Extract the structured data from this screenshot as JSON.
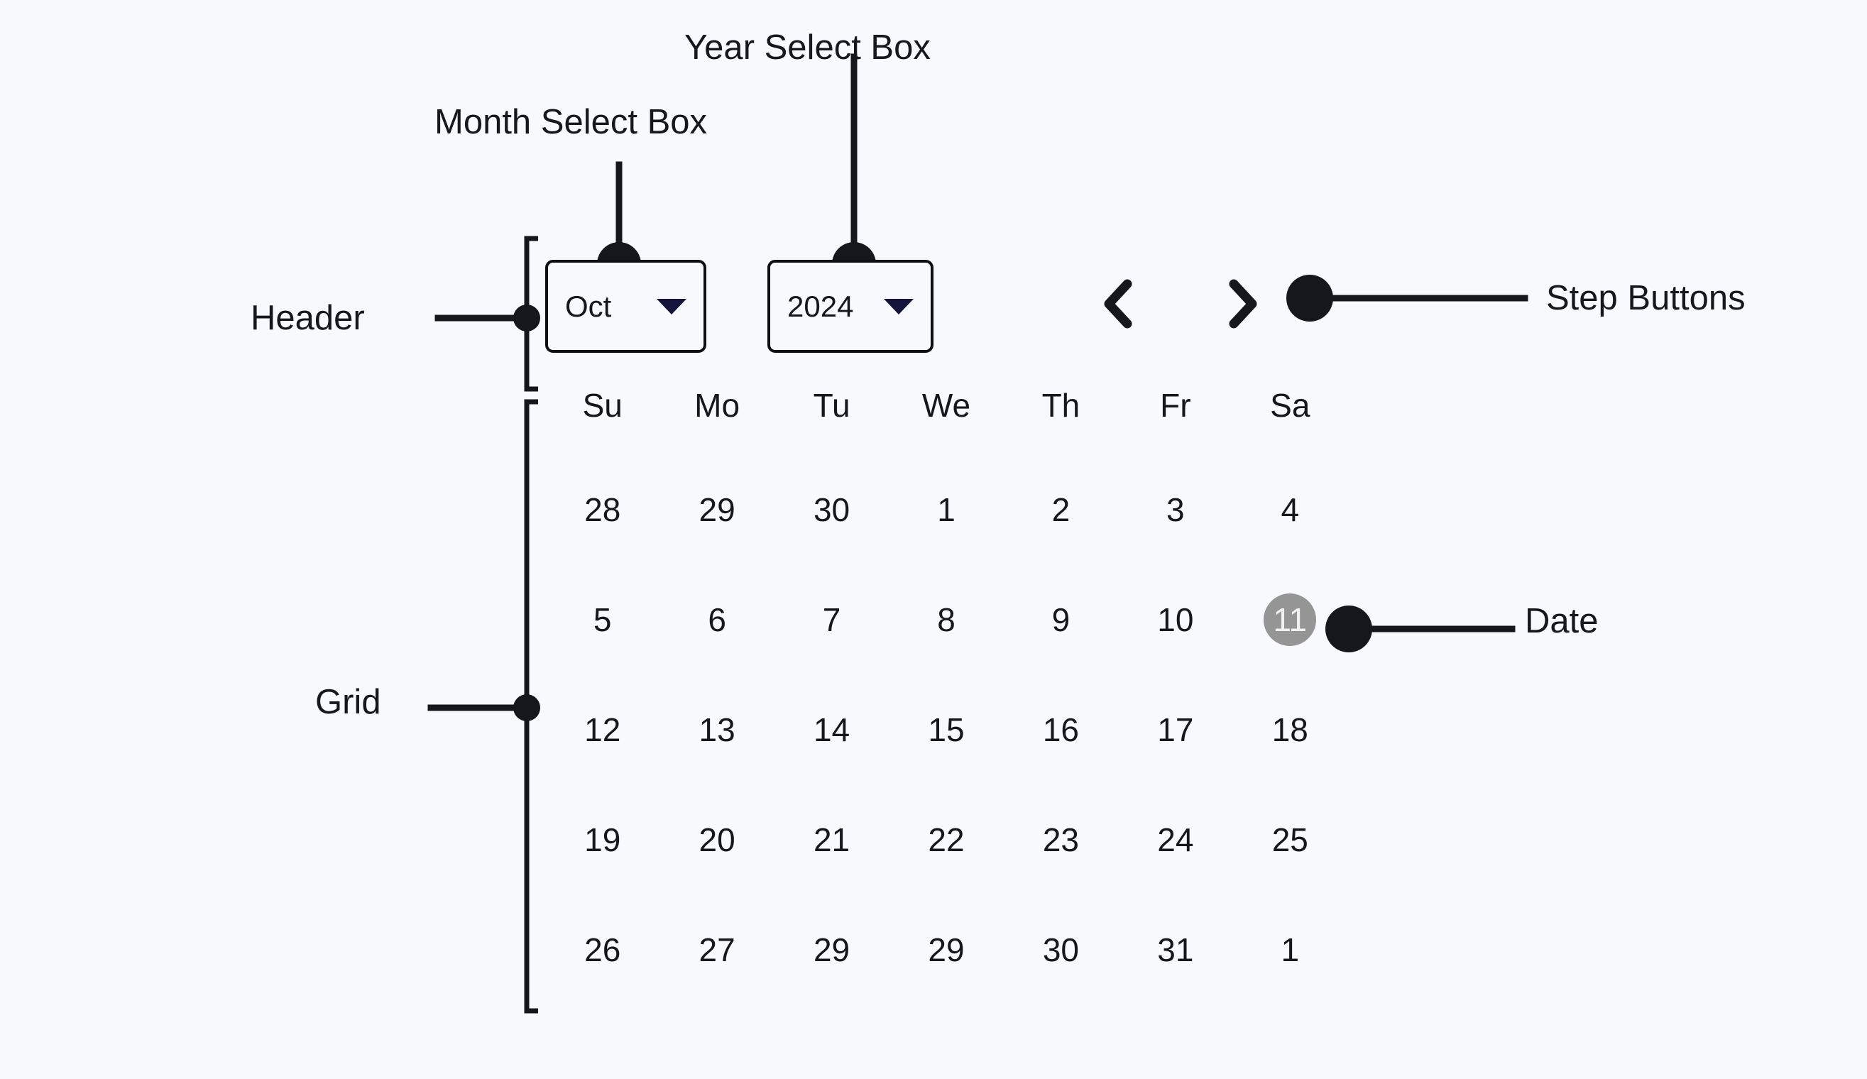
{
  "canvas": {
    "background": "#f7f9fc",
    "ink": "#15171c",
    "accent_caret": "#14143c",
    "selected_bg": "#959596",
    "selected_fg": "#f2f2f2"
  },
  "annotations": [
    {
      "key": "month_select",
      "label": "Month Select Box"
    },
    {
      "key": "year_select",
      "label": "Year Select Box"
    },
    {
      "key": "header",
      "label": "Header"
    },
    {
      "key": "grid",
      "label": "Grid"
    },
    {
      "key": "step_buttons",
      "label": "Step Buttons"
    },
    {
      "key": "date",
      "label": "Date"
    }
  ],
  "datepicker": {
    "header": {
      "month_select": {
        "value": "Oct",
        "caret_icon": "chevron-down-icon"
      },
      "year_select": {
        "value": "2024",
        "caret_icon": "chevron-down-icon"
      },
      "step_buttons": {
        "previous": {
          "icon": "chevron-left-icon"
        },
        "next": {
          "icon": "chevron-right-icon"
        }
      }
    },
    "grid": {
      "weekdays": [
        "Su",
        "Mo",
        "Tu",
        "We",
        "Th",
        "Fr",
        "Sa"
      ],
      "weeks": [
        [
          "28",
          "29",
          "30",
          "1",
          "2",
          "3",
          "4"
        ],
        [
          "5",
          "6",
          "7",
          "8",
          "9",
          "10",
          "11"
        ],
        [
          "12",
          "13",
          "14",
          "15",
          "16",
          "17",
          "18"
        ],
        [
          "19",
          "20",
          "21",
          "22",
          "23",
          "24",
          "25"
        ],
        [
          "26",
          "27",
          "29",
          "29",
          "30",
          "31",
          "1"
        ]
      ],
      "selected": {
        "week": 1,
        "day": 6,
        "value": "11"
      }
    }
  }
}
